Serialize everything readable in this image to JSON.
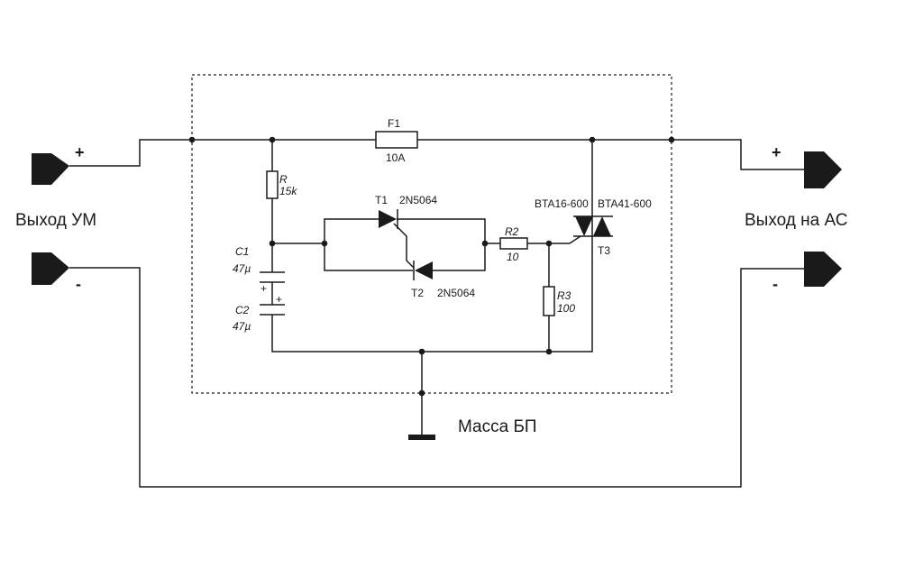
{
  "labels": {
    "input_title": "Выход УМ",
    "output_title": "Выход на АС",
    "ground_title": "Масса БП",
    "plus_sign": "+",
    "minus_sign": "-",
    "cap_polarity": "+"
  },
  "components": {
    "fuse": {
      "ref": "F1",
      "value": "10A"
    },
    "resistor_r": {
      "ref": "R",
      "value": "15k"
    },
    "resistor_r2": {
      "ref": "R2",
      "value": "10"
    },
    "resistor_r3": {
      "ref": "R3",
      "value": "100"
    },
    "cap_c1": {
      "ref": "C1",
      "value": "47µ"
    },
    "cap_c2": {
      "ref": "C2",
      "value": "47µ"
    },
    "thyristor_t1": {
      "ref": "T1",
      "part": "2N5064"
    },
    "thyristor_t2": {
      "ref": "T2",
      "part": "2N5064"
    },
    "triac_t3": {
      "ref": "T3",
      "part_a": "BTA16-600",
      "part_b": "BTA41-600"
    }
  }
}
